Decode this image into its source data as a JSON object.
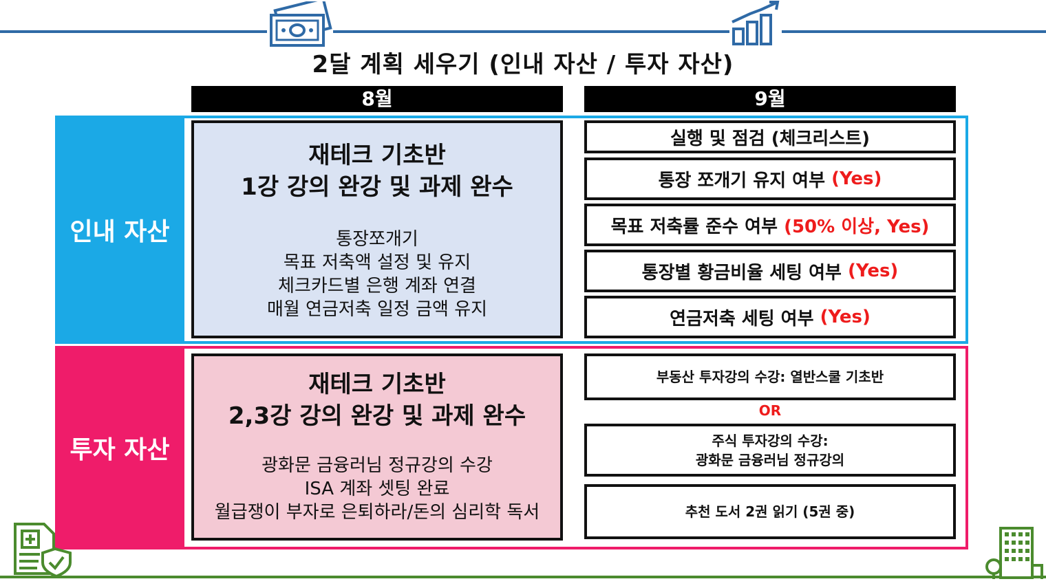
{
  "title": "2달 계획 세우기 (인내 자산 / 투자 자산)",
  "months": [
    "8월",
    "9월"
  ],
  "categories": {
    "patience": "인내 자산",
    "invest": "투자 자산"
  },
  "august": {
    "patience": {
      "head_line1": "재테크 기초반",
      "head_line2": "1강 강의 완강 및 과제 완수",
      "items": [
        "통장쪼개기",
        "목표 저축액 설정 및 유지",
        "체크카드별 은행 계좌 연결",
        "매월 연금저축 일정 금액 유지"
      ]
    },
    "invest": {
      "head_line1": "재테크 기초반",
      "head_line2": "2,3강 강의 완강 및 과제 완수",
      "items": [
        "광화문 금융러님 정규강의 수강",
        "ISA 계좌 셋팅 완료",
        "월급쟁이 부자로 은퇴하라/돈의 심리학 독서"
      ]
    }
  },
  "september": {
    "patience": [
      {
        "text": "실행 및 점검 (체크리스트)",
        "highlight": ""
      },
      {
        "text": "통장 쪼개기 유지 여부 ",
        "highlight": "(Yes)"
      },
      {
        "text": "목표 저축률 준수 여부 ",
        "highlight": "(50% 이상, Yes)"
      },
      {
        "text": "통장별 황금비율 세팅 여부 ",
        "highlight": "(Yes)"
      },
      {
        "text": "연금저축 세팅 여부 ",
        "highlight": "(Yes)"
      }
    ],
    "invest": {
      "option1": "부동산 투자강의 수강: 열반스쿨 기초반",
      "or_label": "OR",
      "option2_line1": "주식 투자강의 수강:",
      "option2_line2": "광화문 금융러님 정규강의",
      "reading": "추천 도서 2권 읽기 (5권 중)"
    }
  },
  "colors": {
    "patience": "#1ba9e6",
    "invest": "#ef1c6a",
    "patience_fill": "#dae3f3",
    "invest_fill": "#f4c9d4",
    "highlight": "#ee1c1c",
    "top_line": "#2f6aa6",
    "bottom_line": "#4b8b2e"
  },
  "icons": [
    "money-icon",
    "growth-chart-icon",
    "insurance-document-icon",
    "building-icon"
  ]
}
